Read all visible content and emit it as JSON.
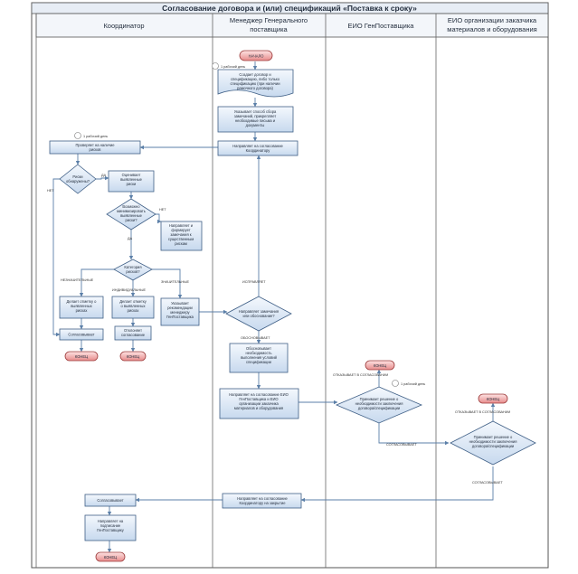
{
  "diagram": {
    "title": "Согласование договора и (или) спецификаций «Поставка к сроку»",
    "lanes": {
      "coord": "Координатор",
      "mgr_l1": "Менеджер Генерального",
      "mgr_l2": "поставщика",
      "eio_gen": "ЕИО ГенПоставщика",
      "eio_cust_l1": "ЕИО организации заказчика",
      "eio_cust_l2": "материалов и оборудования"
    },
    "nodes": {
      "start": "НАЧАЛО",
      "timer1": "1 рабочий день",
      "doc_l1": "Создает договор и",
      "doc_l2": "спецификацию, либо только",
      "doc_l3": "спецификацию (при наличии",
      "doc_l4": "рамочного договора)",
      "attach_l1": "Указывает способ сбора",
      "attach_l2": "замечаний, прикрепляет",
      "attach_l3": "необходимые письма и",
      "attach_l4": "документы",
      "send_coord_l1": "Направляет на согласование",
      "send_coord_l2": "Координатору",
      "timer2": "1 рабочий день",
      "checks_l1": "Проверяет на наличие",
      "checks_l2": "рисков",
      "risks_q_l1": "Риски",
      "risks_q_l2": "обнаружены?",
      "yes1": "ДА",
      "no1": "НЕТ",
      "evaluates_l1": "Оценивает",
      "evaluates_l2": "выявленные",
      "evaluates_l3": "риски",
      "need_q_l1": "Возможно",
      "need_q_l2": "минимизировать",
      "need_q_l3": "выявленные",
      "need_q_l4": "риски?",
      "no2": "НЕТ",
      "yes2": "ДА",
      "form_l1": "Направляет и",
      "form_l2": "формирует",
      "form_l3": "замечания к",
      "form_l4": "существенным",
      "form_l5": "рискам",
      "type_q_l1": "Категория",
      "type_q_l2": "рисков?",
      "minor": "НЕЗНАЧИТЕЛЬНЫЕ",
      "individual": "ИНДИВИДУАЛЬНЫЕ",
      "significant": "ЗНАЧИТЕЛЬНЫЕ",
      "minor_act_l1": "Делает отметку о",
      "minor_act_l2": "выявленных",
      "minor_act_l3": "рисках",
      "ind_act_l1": "Делает отметку",
      "ind_act_l2": "о выявленных",
      "ind_act_l3": "рисках",
      "sig_act_l1": "Указывает",
      "sig_act_l2": "рекомендации",
      "sig_act_l3": "менеджеру",
      "sig_act_l4": "ГенПоставщика",
      "agree1": "Согласовывает",
      "end1": "КОНЕЦ",
      "reject_l1": "Отклоняет",
      "reject_l2": "согласование",
      "end2": "КОНЕЦ",
      "mgr_q_l1": "Направляет замечания",
      "mgr_q_l2": "или обоснование?",
      "correct": "ИСПРАВЛЯЕТ",
      "justify": "ОБОСНОВЫВАЕТ",
      "mgr_just_l1": "Обосновывает",
      "mgr_just_l2": "необходимость",
      "mgr_just_l3": "выполнения условий",
      "mgr_just_l4": "спецификации",
      "send_eio_l1": "Направляет на согласование ЕИО",
      "send_eio_l2": "ГенПоставщика и ЕИО",
      "send_eio_l3": "организации заказчика",
      "send_eio_l4": "материалов и оборудования",
      "end3": "КОНЕЦ",
      "refuse_reject": "ОТКАЗЫВАЕТ В СОГЛАСОВАНИИ",
      "timer3": "1 рабочий день",
      "eio_gen_q_l1": "Принимает решение о",
      "eio_gen_q_l2": "необходимости заключения",
      "eio_gen_q_l3": "договора/спецификации",
      "agrees1": "СОГЛАСОВЫВАЕТ",
      "end4": "КОНЕЦ",
      "refuse2": "ОТКАЗЫВАЕТ В СОГЛАСОВАНИИ",
      "eio_cust_q_l1": "Принимает решение о",
      "eio_cust_q_l2": "необходимости заключения",
      "eio_cust_q_l3": "договора/спецификации",
      "agrees2": "СОГЛАСОВЫВАЕТ",
      "final_send_l1": "Направляет на согласование",
      "final_send_l2": "Координатору на закрытие",
      "agree_final": "Согласовывает",
      "to_sign_l1": "Направляет на",
      "to_sign_l2": "подписание",
      "to_sign_l3": "ГенПоставщику",
      "end5": "КОНЕЦ"
    }
  }
}
